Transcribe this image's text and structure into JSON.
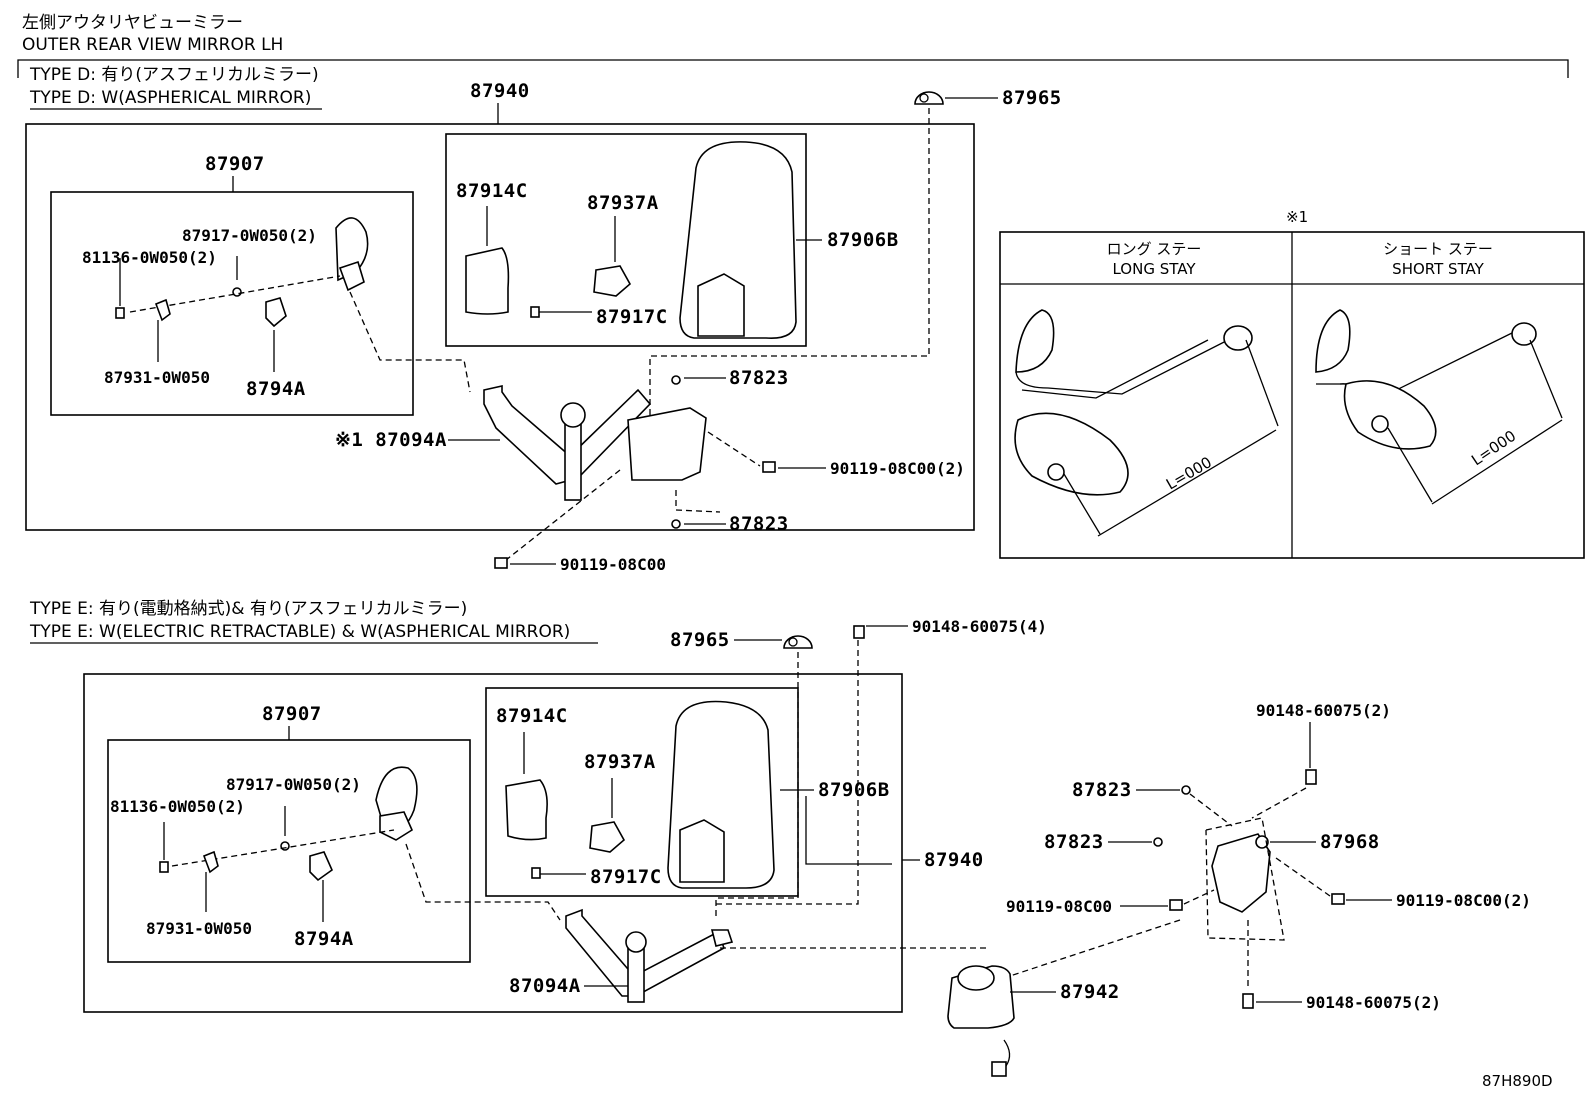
{
  "header": {
    "title_jp": "左側アウタリヤビューミラー",
    "title_en": "OUTER REAR VIEW MIRROR LH"
  },
  "type_d": {
    "label_jp": "TYPE D: 有り(アスフェリカルミラー)",
    "label_en": "TYPE D: W(ASPHERICAL MIRROR)",
    "parts": {
      "p87940": "87940",
      "p87965": "87965",
      "p87907": "87907",
      "p87914C": "87914C",
      "p87937A": "87937A",
      "p87906B": "87906B",
      "p87917C": "87917C",
      "p87917_0W050": "87917-0W050(2)",
      "p81136_0W050": "81136-0W050(2)",
      "p87931_0W050": "87931-0W050",
      "p8794A": "8794A",
      "p87823a": "87823",
      "p87823b": "87823",
      "p87094A": "※1 87094A",
      "p90119_2": "90119-08C00(2)",
      "p90119": "90119-08C00"
    }
  },
  "stay_table": {
    "ref": "※1",
    "long_jp": "ロング ステー",
    "long_en": "LONG STAY",
    "short_jp": "ショート ステー",
    "short_en": "SHORT STAY",
    "long_dim": "L=000",
    "short_dim": "L=000"
  },
  "type_e": {
    "label_jp": "TYPE E: 有り(電動格納式)& 有り(アスフェリカルミラー)",
    "label_en": "TYPE E: W(ELECTRIC RETRACTABLE) & W(ASPHERICAL MIRROR)",
    "parts": {
      "p87965": "87965",
      "p90148_4": "90148-60075(4)",
      "p87907": "87907",
      "p87914C": "87914C",
      "p87937A": "87937A",
      "p87906B": "87906B",
      "p87917C": "87917C",
      "p87917_0W050": "87917-0W050(2)",
      "p81136_0W050": "81136-0W050(2)",
      "p87931_0W050": "87931-0W050",
      "p8794A": "8794A",
      "p87940": "87940",
      "p87094A": "87094A",
      "p90148_2a": "90148-60075(2)",
      "p87823a": "87823",
      "p87823b": "87823",
      "p87968": "87968",
      "p90119": "90119-08C00",
      "p90119_2": "90119-08C00(2)",
      "p87942": "87942",
      "p90148_2b": "90148-60075(2)"
    }
  },
  "footer": {
    "code": "87H890D"
  }
}
